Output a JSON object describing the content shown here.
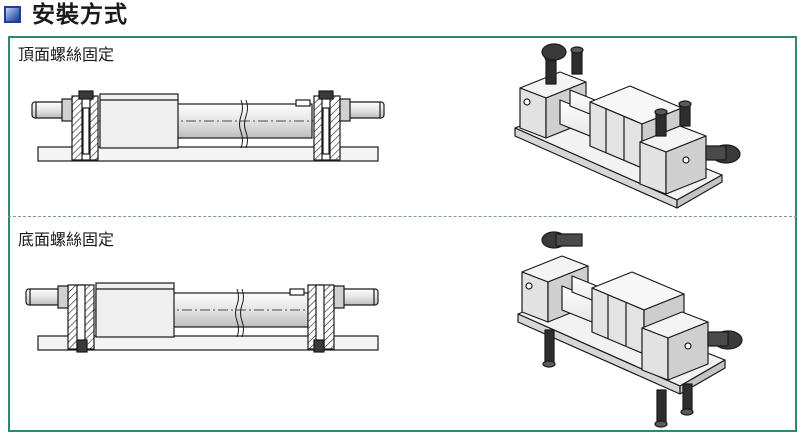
{
  "header": {
    "title": "安裝方式"
  },
  "sections": [
    {
      "label": "頂面螺絲固定"
    },
    {
      "label": "底面螺絲固定"
    }
  ],
  "colors": {
    "frame": "#2a8a74",
    "accent": "#1f3f8f",
    "line": "#1a1a1a",
    "fill_light": "#f2f2f2",
    "fill_mid": "#d9d9d9"
  }
}
